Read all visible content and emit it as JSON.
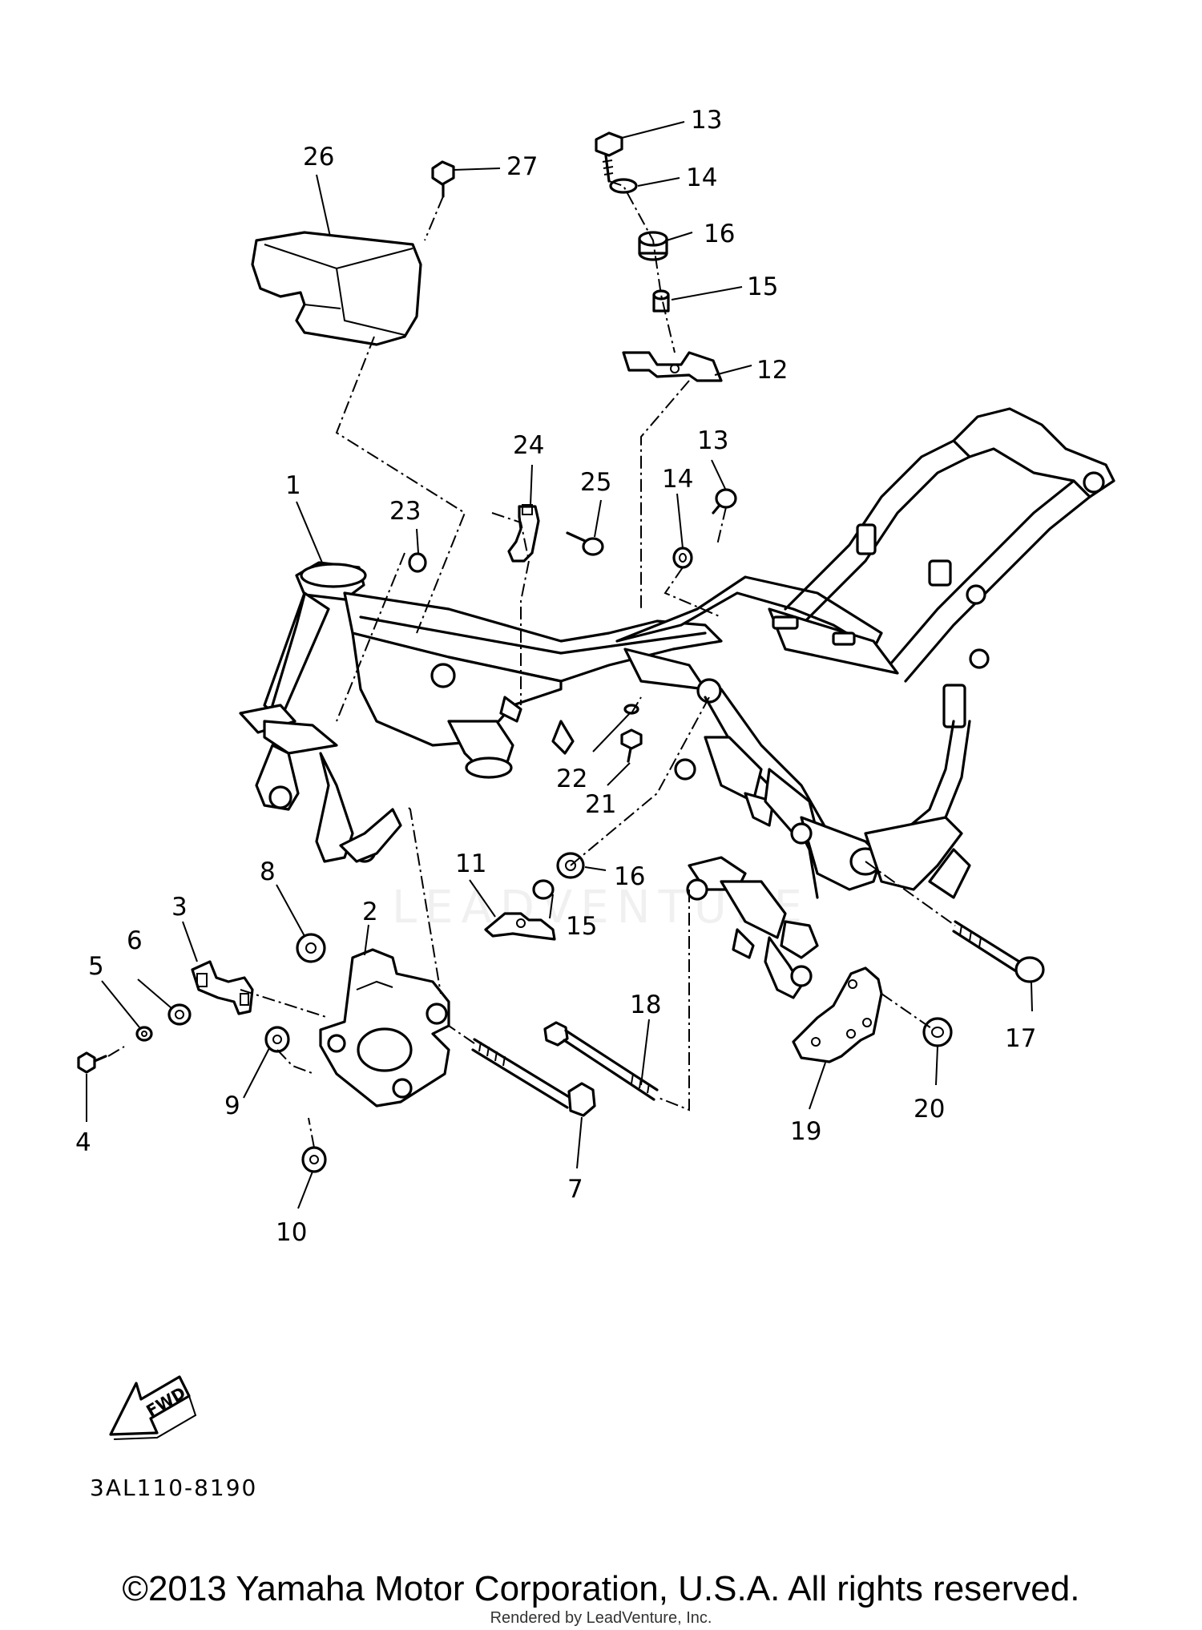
{
  "diagram": {
    "callouts": [
      {
        "id": "c1",
        "text": "1"
      },
      {
        "id": "c2",
        "text": "2"
      },
      {
        "id": "c3",
        "text": "3"
      },
      {
        "id": "c4",
        "text": "4"
      },
      {
        "id": "c5",
        "text": "5"
      },
      {
        "id": "c6",
        "text": "6"
      },
      {
        "id": "c7",
        "text": "7"
      },
      {
        "id": "c8",
        "text": "8"
      },
      {
        "id": "c9",
        "text": "9"
      },
      {
        "id": "c10",
        "text": "10"
      },
      {
        "id": "c11",
        "text": "11"
      },
      {
        "id": "c12",
        "text": "12"
      },
      {
        "id": "c13a",
        "text": "13"
      },
      {
        "id": "c13b",
        "text": "13"
      },
      {
        "id": "c14a",
        "text": "14"
      },
      {
        "id": "c14b",
        "text": "14"
      },
      {
        "id": "c15a",
        "text": "15"
      },
      {
        "id": "c15b",
        "text": "15"
      },
      {
        "id": "c16a",
        "text": "16"
      },
      {
        "id": "c16b",
        "text": "16"
      },
      {
        "id": "c17",
        "text": "17"
      },
      {
        "id": "c18",
        "text": "18"
      },
      {
        "id": "c19",
        "text": "19"
      },
      {
        "id": "c20",
        "text": "20"
      },
      {
        "id": "c21",
        "text": "21"
      },
      {
        "id": "c22",
        "text": "22"
      },
      {
        "id": "c23",
        "text": "23"
      },
      {
        "id": "c24",
        "text": "24"
      },
      {
        "id": "c25",
        "text": "25"
      },
      {
        "id": "c26",
        "text": "26"
      },
      {
        "id": "c27",
        "text": "27"
      }
    ],
    "fwd_label": "FWD",
    "diagram_code": "3AL110-8190",
    "watermark": "LEADVENTURE"
  },
  "footer": {
    "copyright": "©2013 Yamaha Motor Corporation, U.S.A. All rights reserved.",
    "render_note": "Rendered by LeadVenture, Inc."
  }
}
